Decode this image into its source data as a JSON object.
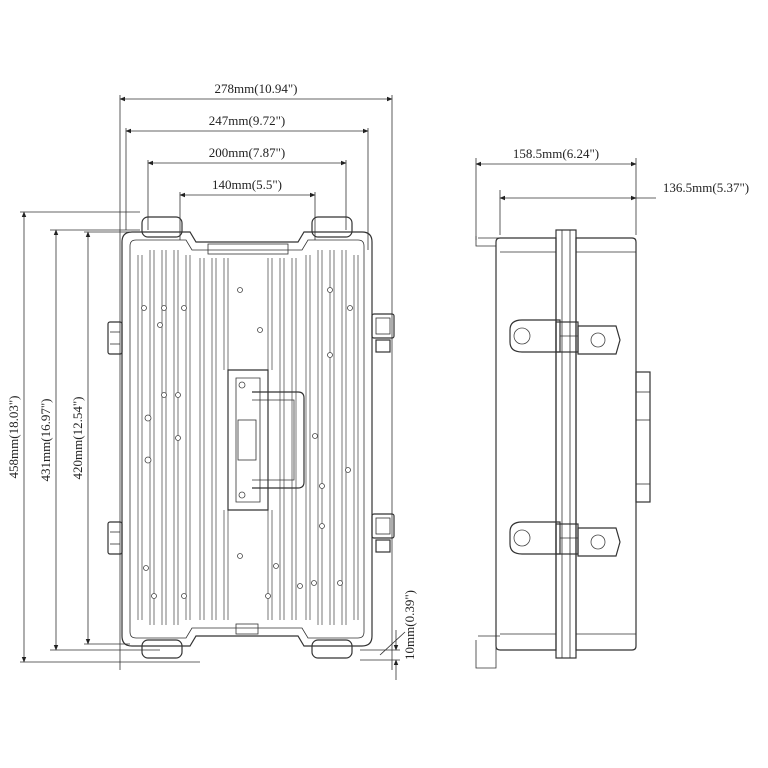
{
  "front_view": {
    "width_dims": [
      {
        "label": "278mm(10.94\")"
      },
      {
        "label": "247mm(9.72\")"
      },
      {
        "label": "200mm(7.87\")"
      },
      {
        "label": "140mm(5.5\")"
      }
    ],
    "height_dims": [
      {
        "label": "458mm(18.03\")"
      },
      {
        "label": "431mm(16.97\")"
      },
      {
        "label": "420mm(12.54\")"
      }
    ],
    "lip_dim": {
      "label": "10mm(0.39\")"
    }
  },
  "side_view": {
    "depth_dims": [
      {
        "label": "158.5mm(6.24\")"
      },
      {
        "label": "136.5mm(5.37\")"
      }
    ]
  }
}
